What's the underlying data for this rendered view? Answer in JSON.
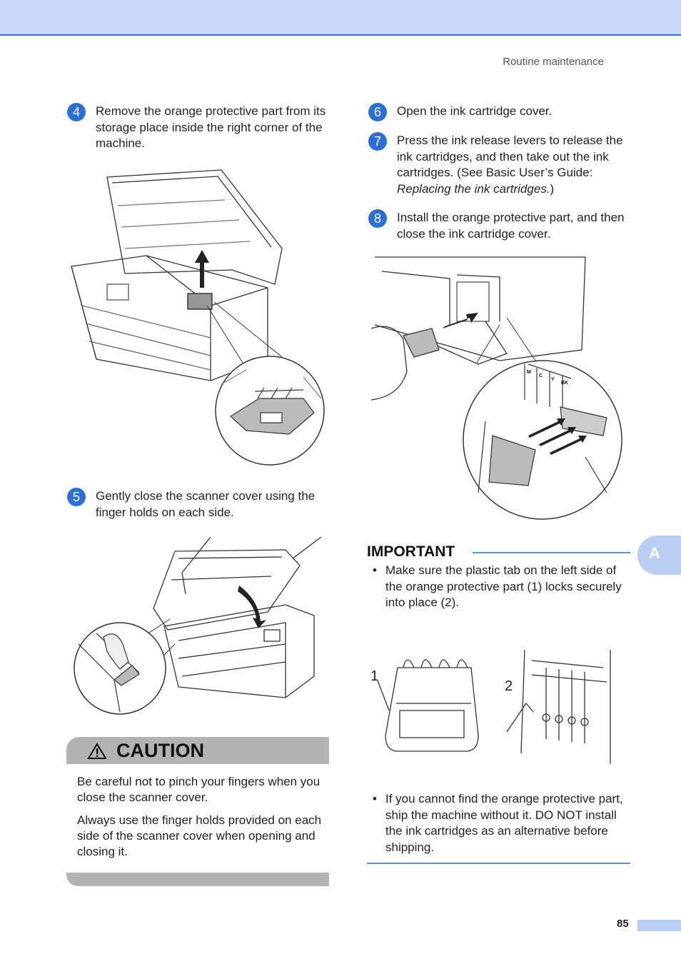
{
  "header": {
    "running_head": "Routine maintenance"
  },
  "steps": [
    {
      "num": "4",
      "text": "Remove the orange protective part from its storage place inside the right corner of the machine."
    },
    {
      "num": "5",
      "text": "Gently close the scanner cover using the finger holds on each side."
    },
    {
      "num": "6",
      "text": "Open the ink cartridge cover."
    },
    {
      "num": "7",
      "text_a": "Press the ink release levers to release the ink cartridges, and then take out the ink cartridges. (See Basic User’s Guide: ",
      "text_italic": "Replacing the ink cartridges.",
      "text_b": ")"
    },
    {
      "num": "8",
      "text": "Install the orange protective part, and then close the ink cartridge cover."
    }
  ],
  "caution": {
    "title": "CAUTION",
    "paragraphs": [
      "Be careful not to pinch your fingers when you close the scanner cover.",
      "Always use the finger holds provided on each side of the scanner cover when opening and closing it."
    ]
  },
  "important": {
    "title": "IMPORTANT",
    "bullets": [
      "Make sure the plastic tab on the left side of the orange protective part (1) locks securely into place (2).",
      "If you cannot find the orange protective part, ship the machine without it. DO NOT install the ink cartridges as an alternative before shipping."
    ],
    "callouts": [
      "1",
      "2"
    ],
    "ink_labels": [
      "M",
      "C",
      "Y",
      "BK"
    ]
  },
  "bullet_char": "•",
  "side_tab": "A",
  "page_number": "85",
  "colors": {
    "accent": "#2d6fd8",
    "header_band": "#c8d8f8",
    "caution_band": "#b3b3b3",
    "tab": "#b8cef5"
  }
}
